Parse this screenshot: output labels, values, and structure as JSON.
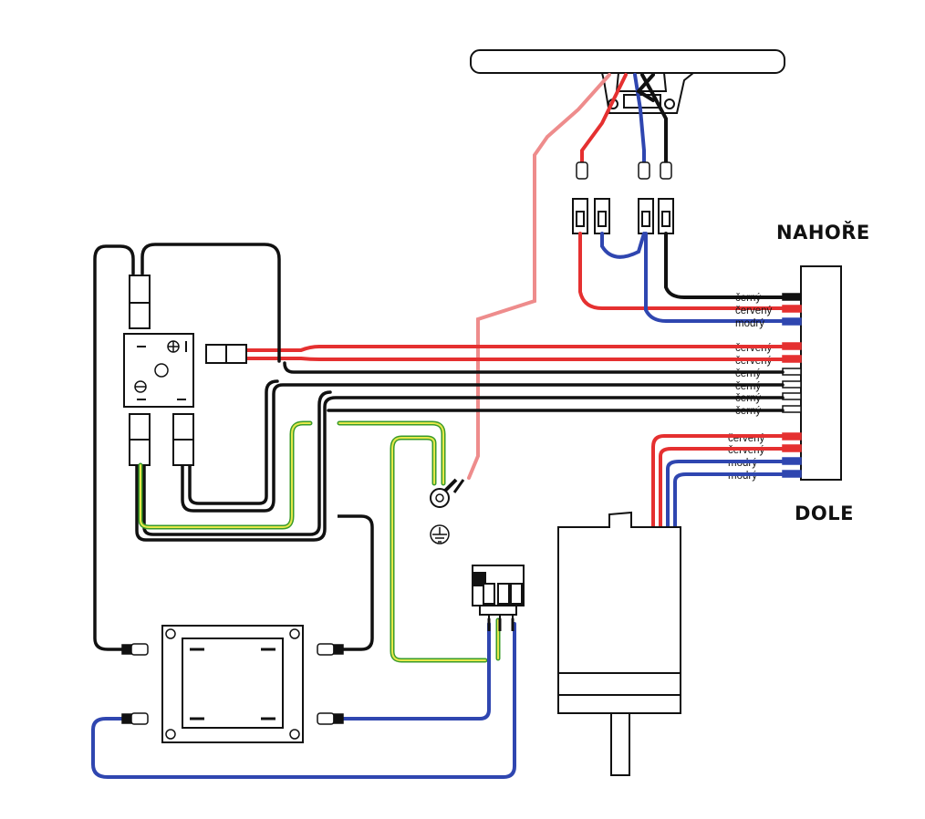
{
  "headings": {
    "top": "NAHOŘE",
    "bottom": "DOLE"
  },
  "colors": {
    "black": "#111111",
    "red": "#e53030",
    "blue": "#2f46b0",
    "pink": "#ee8c8c",
    "green": "#3a9b2a",
    "yellow": "#e6e84a"
  },
  "wire_labels": {
    "top_group": [
      "černý",
      "červený",
      "modrý"
    ],
    "middle_group": [
      "červený",
      "červený",
      "černý",
      "černý",
      "černý",
      "černý"
    ],
    "bottom_group": [
      "červený",
      "červený",
      "modrý",
      "modrý"
    ]
  },
  "icons": [
    "ground-symbol-icon",
    "ring-terminal-icon",
    "plus-minus-symbols"
  ]
}
